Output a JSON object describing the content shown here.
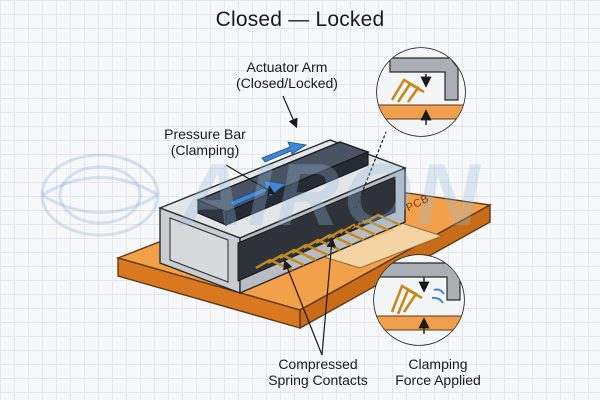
{
  "diagram": {
    "title": "Closed — Locked",
    "labels": {
      "actuator_arm": {
        "line1": "Actuator Arm",
        "line2": "(Closed/Locked)"
      },
      "pressure_bar": {
        "line1": "Pressure Bar",
        "line2": "(Clamping)"
      },
      "spring_contacts": {
        "line1": "Compressed",
        "line2": "Spring Contacts"
      },
      "clamping_force": {
        "line1": "Clamping",
        "line2": "Force Applied"
      },
      "pcb": "PCB"
    },
    "watermark": "AIRON"
  },
  "colors": {
    "pcb_orange": "#f0922f",
    "housing_grey": "#cfd3d6",
    "actuator_dark": "#3d4654",
    "arrow_blue": "#3f86d6",
    "contact_gold": "#d6a33a",
    "fpc_tan": "#f1c98e"
  }
}
